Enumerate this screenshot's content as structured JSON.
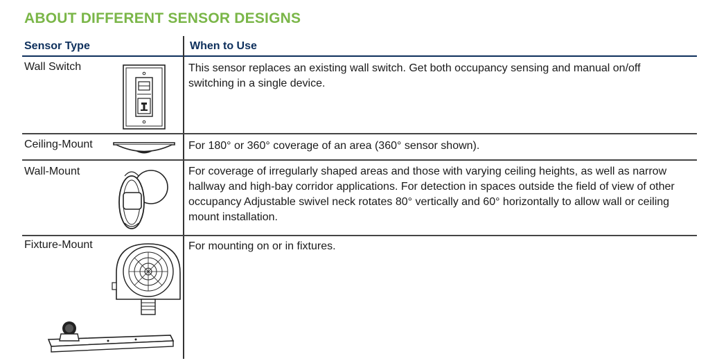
{
  "title": "ABOUT DIFFERENT SENSOR DESIGNS",
  "table": {
    "headers": [
      "Sensor Type",
      "When to Use"
    ],
    "rows": [
      {
        "type": "Wall Switch",
        "description": "This sensor replaces an existing wall switch. Get both occupancy sensing and manual on/off switching in a single device.",
        "icon": "wall-switch-sensor-icon"
      },
      {
        "type": "Ceiling-Mount",
        "description": "For 180° or 360° coverage of an area (360° sensor shown).",
        "icon": "ceiling-mount-sensor-icon"
      },
      {
        "type": "Wall-Mount",
        "description": "For coverage of irregularly shaped areas and those with varying ceiling heights, as well  as narrow hallway and high-bay corridor applications. For detection in spaces outside the field of view of other occupancy Adjustable swivel neck rotates 80° vertically and 60° horizontally to allow wall or ceiling mount installation.",
        "icon": "wall-mount-sensor-icon"
      },
      {
        "type": "Fixture-Mount",
        "description": "For mounting on or in fixtures.",
        "icon": "fixture-mount-sensor-icon"
      }
    ]
  },
  "colors": {
    "title": "#7ab648",
    "header_text": "#0d2f5c",
    "header_rule": "#0d2f5c"
  }
}
